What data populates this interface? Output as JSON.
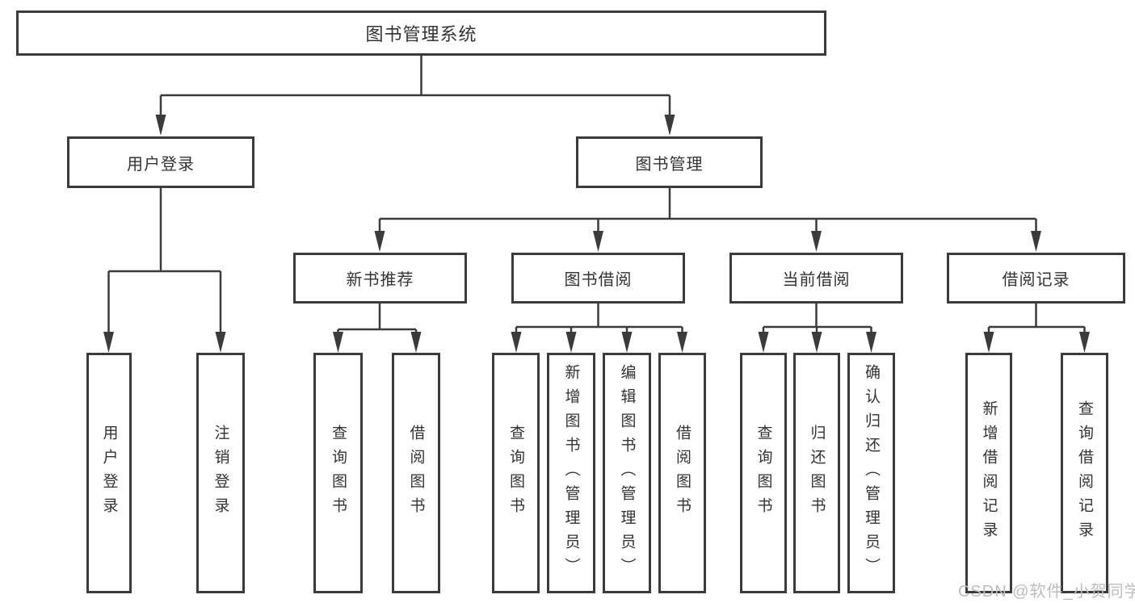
{
  "diagram": {
    "root": {
      "label": "图书管理系统",
      "children": [
        {
          "label": "用户登录",
          "children": [
            {
              "label": "用户登录"
            },
            {
              "label": "注销登录"
            }
          ]
        },
        {
          "label": "图书管理",
          "children": [
            {
              "label": "新书推荐",
              "children": [
                {
                  "label": "查询图书"
                },
                {
                  "label": "借阅图书"
                }
              ]
            },
            {
              "label": "图书借阅",
              "children": [
                {
                  "label": "查询图书"
                },
                {
                  "label": "新增图书（管理员）"
                },
                {
                  "label": "编辑图书（管理员）"
                },
                {
                  "label": "借阅图书"
                }
              ]
            },
            {
              "label": "当前借阅",
              "children": [
                {
                  "label": "查询图书"
                },
                {
                  "label": "归还图书"
                },
                {
                  "label": "确认归还（管理员）"
                }
              ]
            },
            {
              "label": "借阅记录",
              "children": [
                {
                  "label": "新增借阅记录"
                },
                {
                  "label": "查询借阅记录"
                }
              ]
            }
          ]
        }
      ]
    }
  },
  "watermark": {
    "text": "CSDN @软件_小贺同学"
  },
  "colors": {
    "line": "#3b3b3b",
    "text": "#333333",
    "watermark": "#bdbdbd",
    "background": "#ffffff"
  }
}
